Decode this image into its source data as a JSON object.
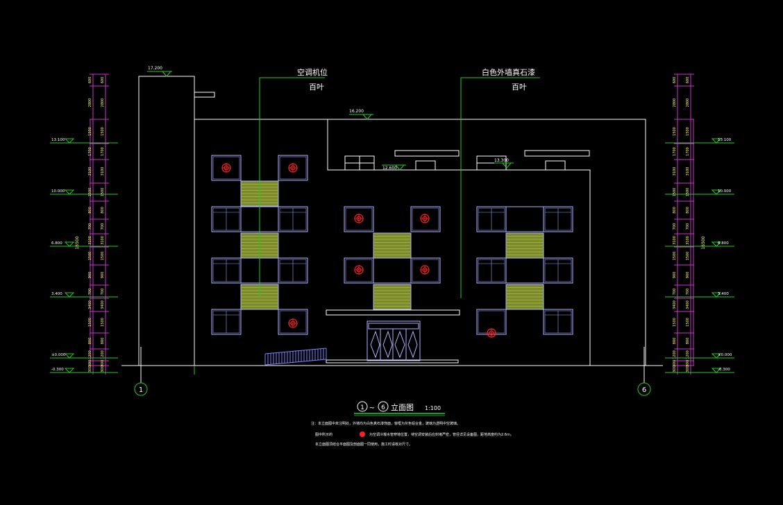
{
  "colors": {
    "background": "#000000",
    "outline": "#ffffff",
    "window_frame": "#b4b4ff",
    "window_inner": "#9aa0ff",
    "dimension": "#cc33cc",
    "leader": "#22cc22",
    "louver": "#7b8a2a",
    "ac_mark": "#ff2222",
    "railing": "#8080ff",
    "text_white": "#ffffff",
    "text_yellow": "#ffff66"
  },
  "annotations": {
    "ac_position": "空调机位",
    "louver_1": "百叶",
    "exterior_finish": "白色外墙真石漆",
    "louver_2": "百叶"
  },
  "elevations": {
    "top": "17.200",
    "roof": "16.200",
    "parapet_mid": "12.600",
    "parapet_right": "13.300"
  },
  "left_levels": [
    "13.100",
    "10.000",
    "6.800",
    "3.400",
    "±0.000",
    "-0.300"
  ],
  "right_levels": [
    "13.100",
    "10.000",
    "6.800",
    "3.400",
    "±0.000",
    "-0.300"
  ],
  "left_dims": [
    "600",
    "2800",
    "1500",
    "1700",
    "3100",
    "1500",
    "800",
    "700",
    "3100",
    "1500",
    "900",
    "700",
    "3400",
    "1500",
    "800",
    "1200",
    "300",
    "300"
  ],
  "right_dims": [
    "600",
    "2800",
    "1500",
    "1700",
    "3100",
    "1500",
    "800",
    "700",
    "3100",
    "1500",
    "900",
    "700",
    "3400",
    "1500",
    "800",
    "1200",
    "300",
    "300"
  ],
  "total_height": "16500",
  "axes": {
    "left": "1",
    "right": "6"
  },
  "title": {
    "start": "1",
    "sep": "~",
    "end": "6",
    "label": "立面图",
    "scale": "1:100"
  },
  "notes": {
    "line1": "注：本立面图中未注明处，外墙均为白色真石漆饰面，窗框为灰色铝合金，玻璃为透明中空玻璃。",
    "line2_prefix": "图中所示的",
    "line2_suffix": "为空调冷凝水管穿墙位置，待空调安装后应封堵严密，管径详见设备图，距地高度约为2.6m。",
    "line3": "本立面图须结合平面图及剖面图一同使用，施工时请核对尺寸。"
  }
}
